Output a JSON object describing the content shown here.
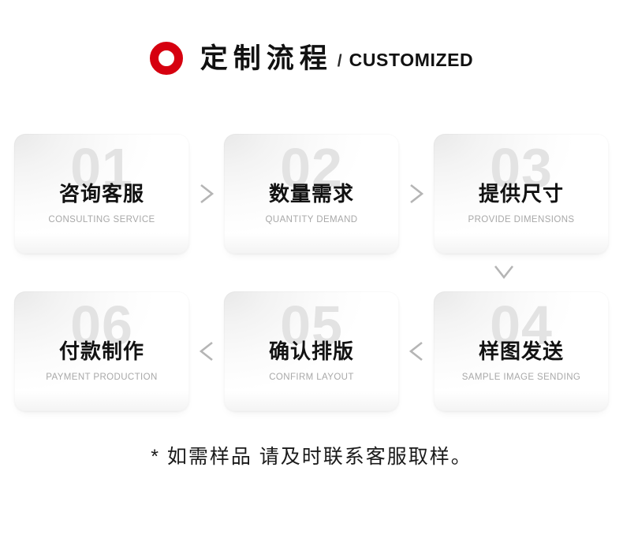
{
  "header": {
    "icon": "red-ring-icon",
    "title_cn": "定制流程",
    "separator": "/",
    "title_en": "CUSTOMIZED",
    "accent_color": "#d6000f"
  },
  "flow": {
    "row1": [
      {
        "number": "01",
        "label_cn": "咨询客服",
        "label_en": "CONSULTING SERVICE"
      },
      {
        "number": "02",
        "label_cn": "数量需求",
        "label_en": "QUANTITY DEMAND"
      },
      {
        "number": "03",
        "label_cn": "提供尺寸",
        "label_en": "PROVIDE DIMENSIONS"
      }
    ],
    "row2": [
      {
        "number": "06",
        "label_cn": "付款制作",
        "label_en": "PAYMENT PRODUCTION"
      },
      {
        "number": "05",
        "label_cn": "确认排版",
        "label_en": "CONFIRM LAYOUT"
      },
      {
        "number": "04",
        "label_cn": "样图发送",
        "label_en": "SAMPLE IMAGE SENDING"
      }
    ],
    "connectors": {
      "row1_a": "chevron-right-icon",
      "row1_b": "chevron-right-icon",
      "vertical": "chevron-down-icon",
      "row2_a": "chevron-left-icon",
      "row2_b": "chevron-left-icon"
    },
    "card_number_color": "#e3e3e3",
    "card_label_color": "#121212",
    "card_sublabel_color": "#a8a8a8",
    "connector_color": "#b5b5b5"
  },
  "footer": {
    "note": "* 如需样品 请及时联系客服取样。"
  }
}
